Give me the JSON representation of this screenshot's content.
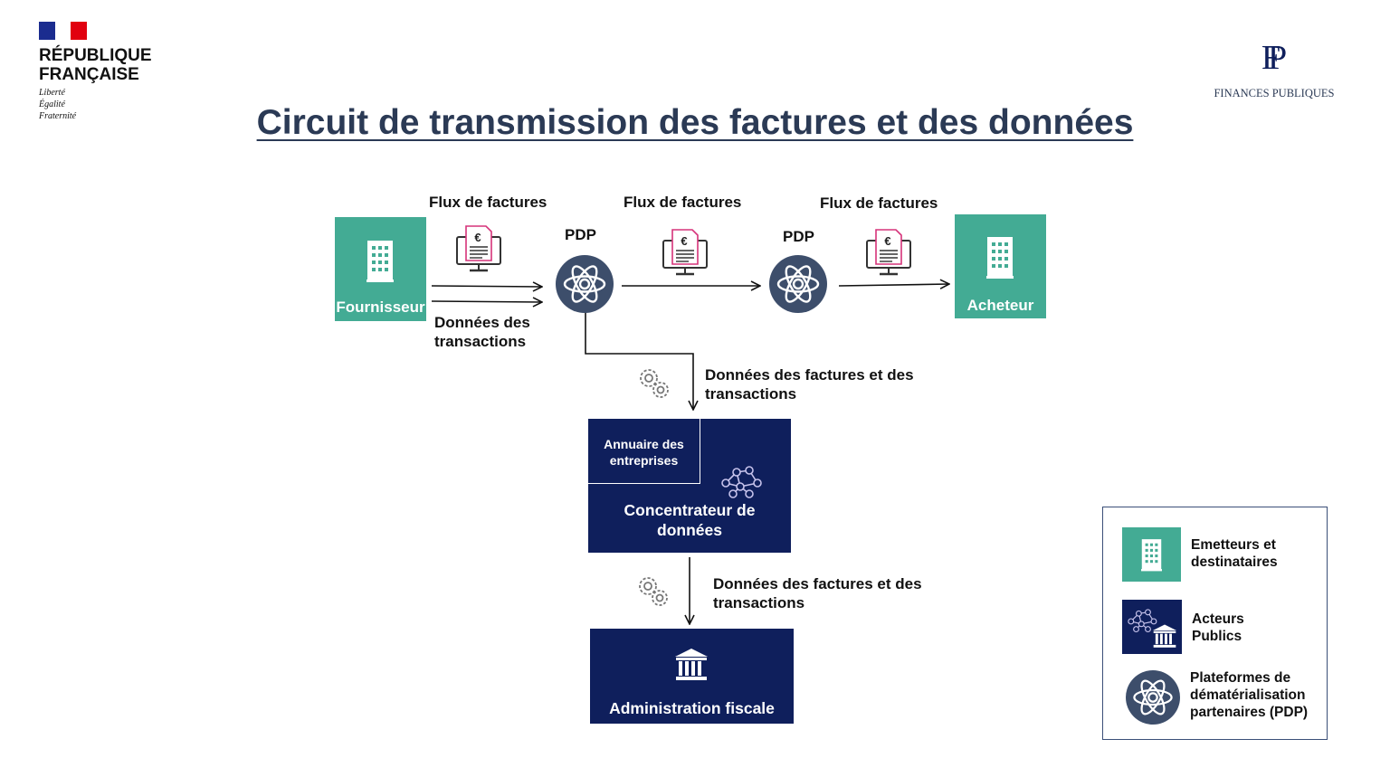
{
  "header": {
    "republique": {
      "line1": "RÉPUBLIQUE",
      "line2": "FRANÇAISE",
      "motto1": "Liberté",
      "motto2": "Égalité",
      "motto3": "Fraternité"
    },
    "finances": {
      "monogram": "FP",
      "label": "FINANCES PUBLIQUES"
    },
    "title": "Circuit de transmission des factures et des données"
  },
  "diagram": {
    "fournisseur": "Fournisseur",
    "acheteur": "Acheteur",
    "pdp_label": "PDP",
    "flux_label": "Flux de factures",
    "donnees_transactions_1": "Données des",
    "donnees_transactions_2": "transactions",
    "donnees_factures_1": "Données des factures et des",
    "donnees_factures_2": "transactions",
    "annuaire_1": "Annuaire des",
    "annuaire_2": "entreprises",
    "concentrateur_1": "Concentrateur de",
    "concentrateur_2": "données",
    "administration": "Administration fiscale"
  },
  "legend": {
    "emetteurs_1": "Emetteurs et",
    "emetteurs_2": "destinataires",
    "acteurs_1": "Acteurs",
    "acteurs_2": "Publics",
    "pdp_1": "Plateformes de",
    "pdp_2": "dématérialisation",
    "pdp_3": "partenaires (PDP)"
  },
  "colors": {
    "teal": "#43ab94",
    "navy": "#0f1f5c",
    "pdp": "#3d4e6b",
    "invoice_accent": "#d6337a"
  }
}
